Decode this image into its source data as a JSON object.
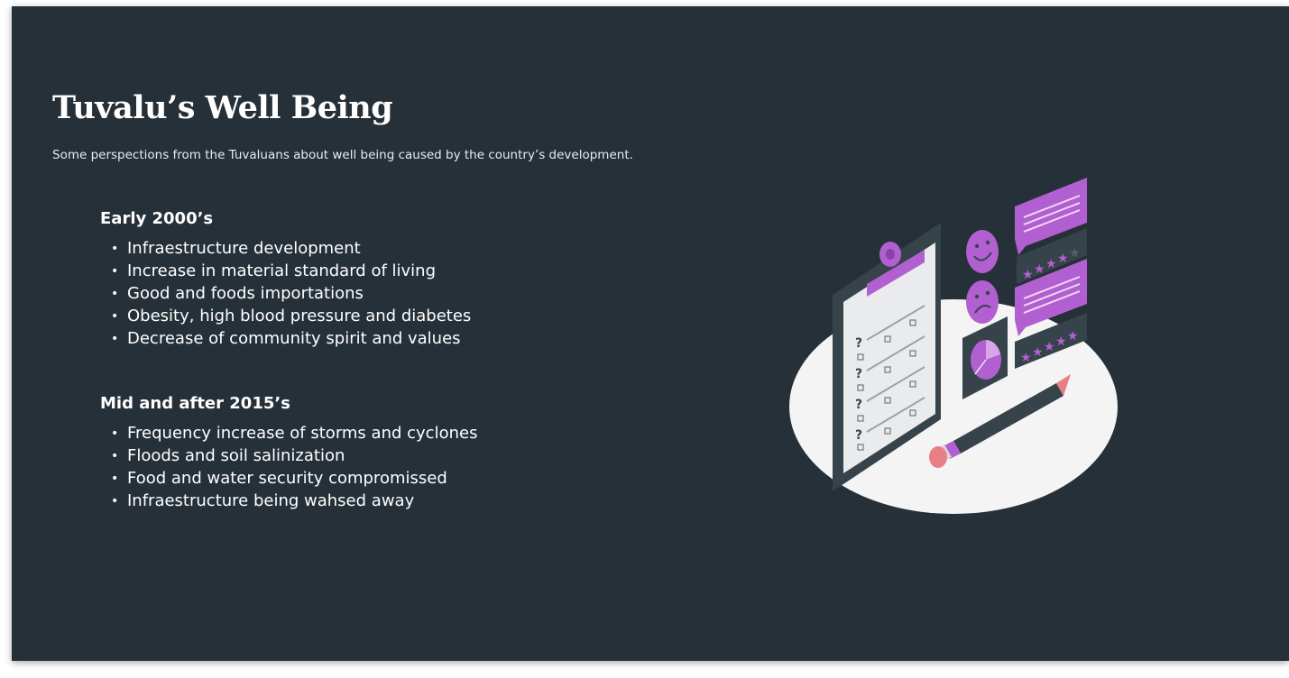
{
  "slide": {
    "title": "Tuvalu’s Well Being",
    "subtitle": "Some perspections from the Tuvaluans about well being caused by the country’s development.",
    "sections": [
      {
        "heading": "Early 2000’s",
        "items": [
          "Infraestructure development",
          "Increase in material standard of living",
          "Good and foods importations",
          "Obesity, high blood pressure and diabetes",
          "Decrease of community spirit and values"
        ]
      },
      {
        "heading": "Mid and after 2015’s",
        "items": [
          "Frequency increase of storms and cyclones",
          "Floods and soil salinization",
          "Food and water security compromissed",
          "Infraestructure being wahsed away"
        ]
      }
    ],
    "illustration": {
      "subject": "survey-clipboard-illustration",
      "icons": [
        "clipboard-icon",
        "happy-face-icon",
        "sad-face-icon",
        "pie-chart-icon",
        "speech-bubble-icon",
        "star-rating-icon",
        "pencil-icon"
      ]
    }
  },
  "colors": {
    "background": "#263038",
    "text": "#ffffff",
    "accent_purple": "#b25fd1",
    "ellipse": "#f4f4f4",
    "dark_panel": "#37434b",
    "pencil_tip": "#e87f85"
  }
}
